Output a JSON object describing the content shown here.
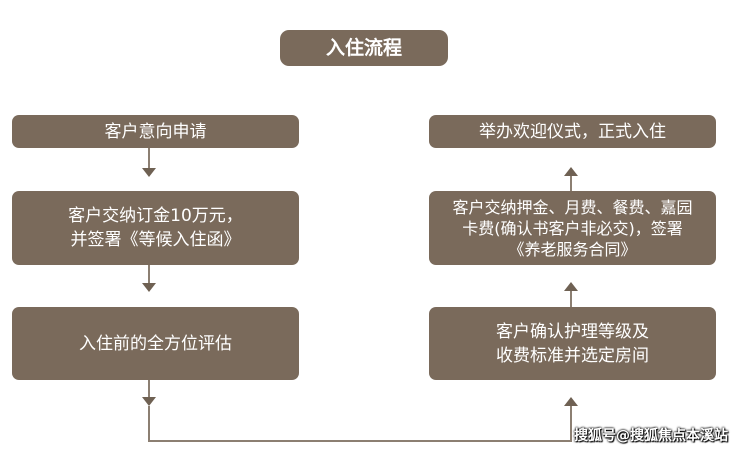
{
  "title": "入住流程",
  "left_steps": [
    {
      "lines": [
        "客户意向申请"
      ]
    },
    {
      "lines": [
        "客户交纳订金10万元，",
        "并签署《等候入住函》"
      ]
    },
    {
      "lines": [
        "入住前的全方位评估"
      ]
    }
  ],
  "right_steps": [
    {
      "lines": [
        "举办欢迎仪式，正式入住"
      ]
    },
    {
      "lines": [
        "客户交纳押金、月费、餐费、嘉园",
        "卡费(确认书客户非必交)，签署",
        "《养老服务合同》"
      ]
    },
    {
      "lines": [
        "客户确认护理等级及",
        "收费标准并选定房间"
      ]
    }
  ],
  "watermark": "搜狐号@搜狐焦点本溪站"
}
